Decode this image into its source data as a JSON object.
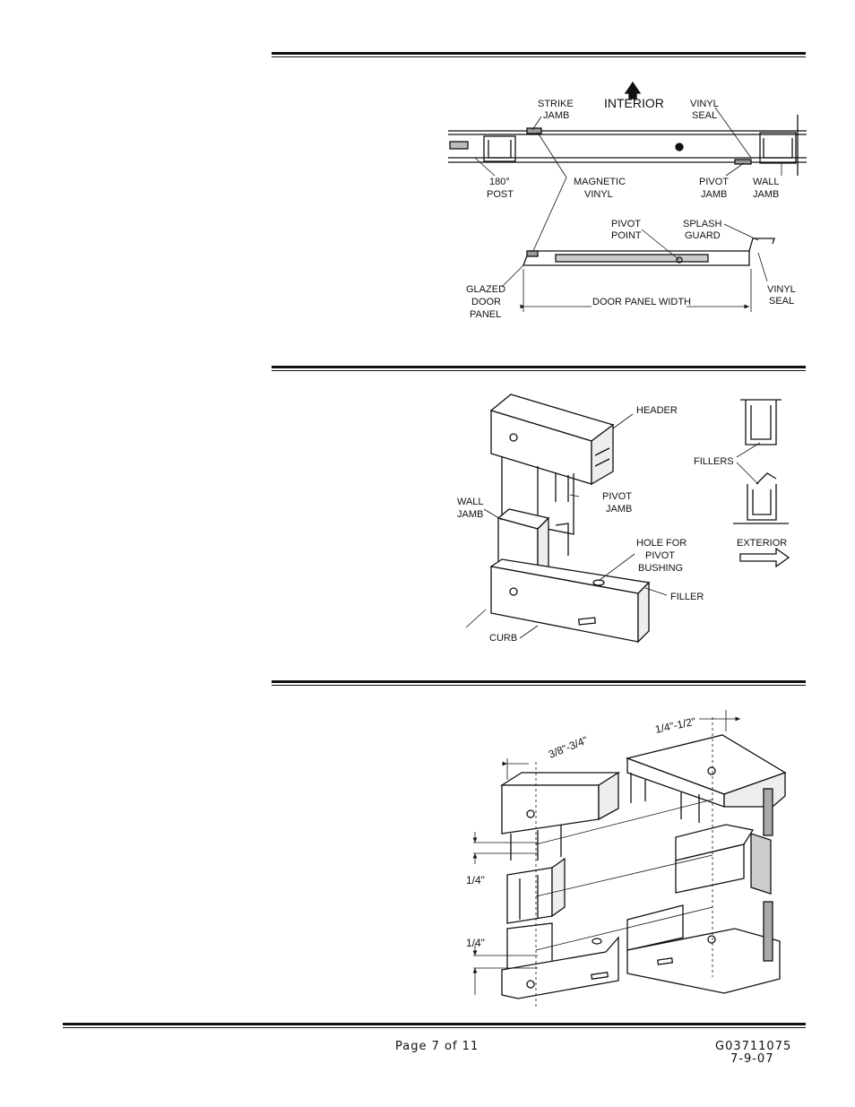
{
  "figure1": {
    "interior": "INTERIOR",
    "strike_jamb": [
      "STRIKE",
      "JAMB"
    ],
    "vinyl_seal_top": [
      "VINYL",
      "SEAL"
    ],
    "post_180": [
      "180°",
      "POST"
    ],
    "magnetic_vinyl": [
      "MAGNETIC",
      "VINYL"
    ],
    "pivot_jamb": [
      "PIVOT",
      "JAMB"
    ],
    "wall_jamb": [
      "WALL",
      "JAMB"
    ],
    "pivot_point": [
      "PIVOT",
      "POINT"
    ],
    "splash_guard": [
      "SPLASH",
      "GUARD"
    ],
    "glazed_door_panel": [
      "GLAZED",
      "DOOR",
      "PANEL"
    ],
    "door_panel_width": "DOOR PANEL WIDTH",
    "vinyl_seal_bottom": [
      "VINYL",
      "SEAL"
    ]
  },
  "figure2": {
    "header": "HEADER",
    "wall_jamb": [
      "WALL",
      "JAMB"
    ],
    "pivot_jamb": [
      "PIVOT",
      "JAMB"
    ],
    "hole_for_pivot_bushing": [
      "HOLE FOR",
      "PIVOT",
      "BUSHING"
    ],
    "filler": "FILLER",
    "curb": "CURB",
    "fillers": "FILLERS",
    "exterior": "EXTERIOR"
  },
  "figure3": {
    "dim_38_34": "3/8\"-3/4\"",
    "dim_14_12": "1/4\"-1/2\"",
    "dim_14_a": "1/4\"",
    "dim_14_b": "1/4\""
  },
  "footer": {
    "page": "Page 7 of 11",
    "doc_number": "G03711075",
    "date": "7-9-07"
  }
}
